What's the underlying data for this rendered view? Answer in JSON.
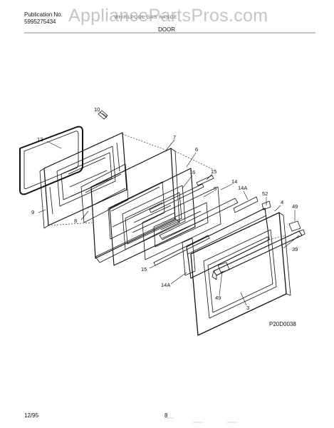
{
  "header": {
    "publication_label": "Publication No.",
    "publication_number": "5995275434",
    "model_line": "WHIRLPOOL GAS RANGE",
    "watermark": "AppliancePartsPros.com",
    "section_title": "DOOR"
  },
  "diagram": {
    "drawing_id": "P20D0038",
    "callouts": [
      "10",
      "12",
      "7",
      "6",
      "16",
      "15",
      "14",
      "5",
      "14A",
      "52",
      "4",
      "49",
      "9",
      "8",
      "15",
      "39",
      "14A",
      "49",
      "3"
    ]
  },
  "footer": {
    "date": "12/95",
    "page": "8"
  },
  "colors": {
    "line": "#111111",
    "watermark": "#969696"
  }
}
